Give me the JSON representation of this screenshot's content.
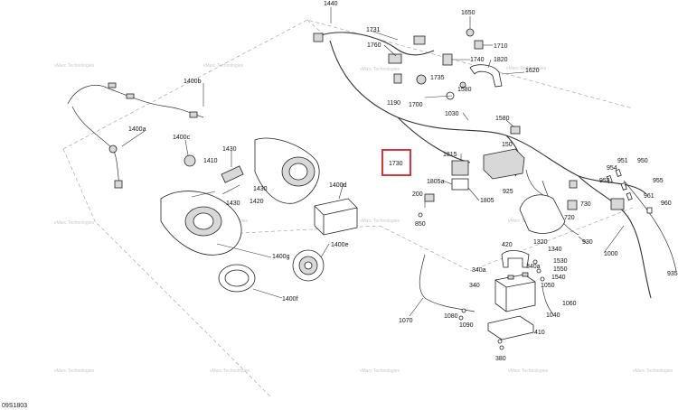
{
  "diagram_code": "09S1803",
  "highlight": {
    "label": "1730",
    "color": "#d81f26"
  },
  "watermark_text": "vMarc Technologies",
  "callouts": [
    {
      "id": "1440",
      "text": "1440"
    },
    {
      "id": "1731",
      "text": "1731"
    },
    {
      "id": "1760",
      "text": "1760"
    },
    {
      "id": "1650",
      "text": "1650"
    },
    {
      "id": "1710",
      "text": "1710"
    },
    {
      "id": "1740",
      "text": "1740"
    },
    {
      "id": "1820",
      "text": "1820"
    },
    {
      "id": "1620",
      "text": "1620"
    },
    {
      "id": "1735",
      "text": "1735"
    },
    {
      "id": "1580a",
      "text": "1580"
    },
    {
      "id": "1190",
      "text": "1190"
    },
    {
      "id": "1700",
      "text": "1700"
    },
    {
      "id": "1030",
      "text": "1030"
    },
    {
      "id": "1580b",
      "text": "1580"
    },
    {
      "id": "1400b",
      "text": "1400b"
    },
    {
      "id": "1400a",
      "text": "1400a"
    },
    {
      "id": "1400c",
      "text": "1400c"
    },
    {
      "id": "1430a",
      "text": "1430"
    },
    {
      "id": "1410",
      "text": "1410"
    },
    {
      "id": "1430b",
      "text": "1430"
    },
    {
      "id": "1420",
      "text": "1420"
    },
    {
      "id": "1430c",
      "text": "1430"
    },
    {
      "id": "1815",
      "text": "1815"
    },
    {
      "id": "150",
      "text": "150"
    },
    {
      "id": "1805a",
      "text": "1805a"
    },
    {
      "id": "1805",
      "text": "1805"
    },
    {
      "id": "925",
      "text": "925"
    },
    {
      "id": "951",
      "text": "951"
    },
    {
      "id": "954",
      "text": "954"
    },
    {
      "id": "950",
      "text": "950"
    },
    {
      "id": "953",
      "text": "953"
    },
    {
      "id": "955",
      "text": "955"
    },
    {
      "id": "961",
      "text": "961"
    },
    {
      "id": "960",
      "text": "960"
    },
    {
      "id": "730",
      "text": "730"
    },
    {
      "id": "720",
      "text": "720"
    },
    {
      "id": "200",
      "text": "200"
    },
    {
      "id": "850",
      "text": "850"
    },
    {
      "id": "1400d",
      "text": "1400d"
    },
    {
      "id": "1400e",
      "text": "1400e"
    },
    {
      "id": "1400g",
      "text": "1400g"
    },
    {
      "id": "1400f",
      "text": "1400f"
    },
    {
      "id": "1320",
      "text": "1320"
    },
    {
      "id": "1340",
      "text": "1340"
    },
    {
      "id": "930",
      "text": "930"
    },
    {
      "id": "1000",
      "text": "1000"
    },
    {
      "id": "935",
      "text": "935"
    },
    {
      "id": "420",
      "text": "420"
    },
    {
      "id": "340a1",
      "text": "340a"
    },
    {
      "id": "340a2",
      "text": "340a"
    },
    {
      "id": "1530",
      "text": "1530"
    },
    {
      "id": "1550",
      "text": "1550"
    },
    {
      "id": "1540",
      "text": "1540"
    },
    {
      "id": "340",
      "text": "340"
    },
    {
      "id": "1050",
      "text": "1050"
    },
    {
      "id": "1060",
      "text": "1060"
    },
    {
      "id": "1040",
      "text": "1040"
    },
    {
      "id": "1070",
      "text": "1070"
    },
    {
      "id": "1080",
      "text": "1080"
    },
    {
      "id": "1090",
      "text": "1090"
    },
    {
      "id": "410",
      "text": "410"
    },
    {
      "id": "380",
      "text": "380"
    }
  ]
}
